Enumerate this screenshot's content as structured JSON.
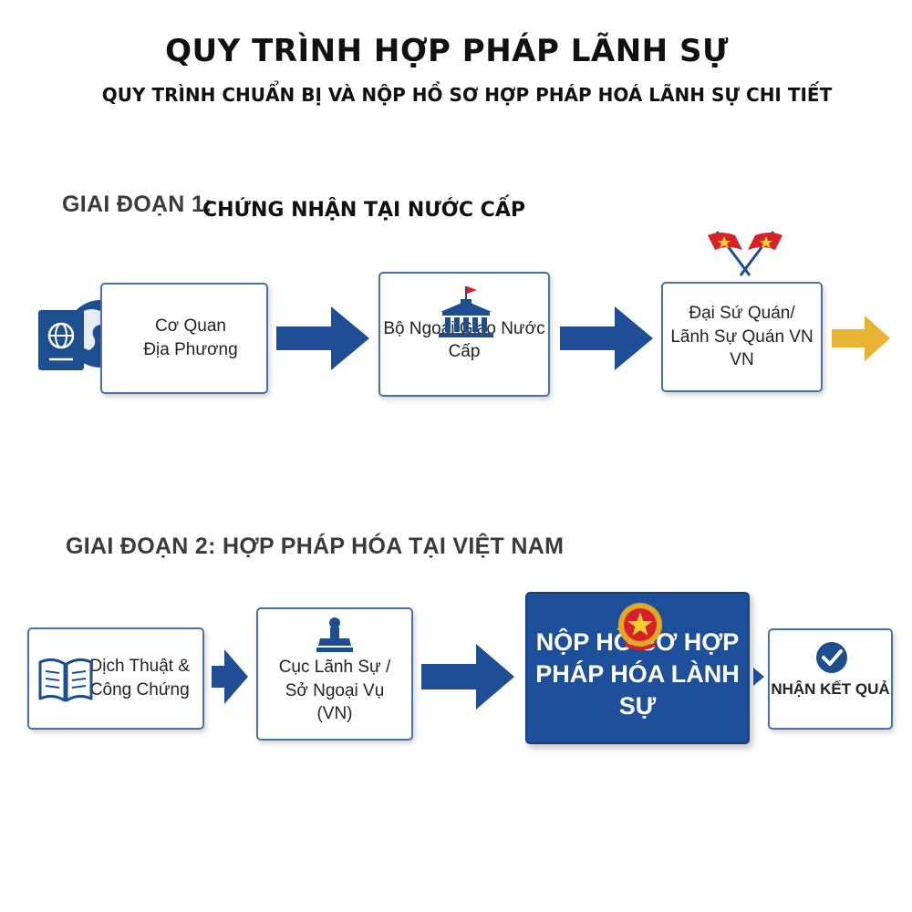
{
  "header": {
    "title": "QUY TRÌNH HỢP PHÁP LÃNH SỰ",
    "subtitle": "QUY TRÌNH CHUẨN BỊ VÀ NỘP HỒ SƠ HỢP PHÁP HOÁ LÃNH SỰ CHI TIẾT"
  },
  "stage1": {
    "label": "GIAI ĐOẠN 1:",
    "label_extra": "CHỨNG NHẬN TẠI NƯỚC CẤP",
    "steps": [
      {
        "label": "Cơ Quan\nĐịa Phương",
        "icon": "passport-globe-icon"
      },
      {
        "label": "Bộ Ngoại Giao Nước Cấp",
        "icon": "government-building-icon"
      },
      {
        "label": "Đại Sứ Quán/\nLãnh Sự Quán VN\nVN",
        "icon": "vietnam-flags-icon"
      }
    ]
  },
  "stage2": {
    "label": "GIAI ĐOẠN 2: HỢP PHÁP HÓA TẠI VIỆT NAM",
    "steps": [
      {
        "label": "Dịch Thuật &\nCông Chứng",
        "icon": "open-book-icon"
      },
      {
        "label": "Cục Lãnh Sự /\nSở Ngoại Vụ\n(VN)",
        "icon": "stamp-icon"
      },
      {
        "label": "NỘP HỒ SƠ HỢP\nPHÁP HÓA LÀNH SỰ",
        "icon": "national-emblem-icon"
      },
      {
        "label": "NHẬN KẾT QUẢ",
        "icon": "check-circle-icon"
      }
    ]
  },
  "colors": {
    "primary_blue": "#1e4f9a",
    "box_border": "#4a71a6",
    "arrow_blue": "#1f4e96",
    "arrow_gold": "#e8b232",
    "flag_red": "#d8202a",
    "flag_star": "#f6d02e"
  }
}
